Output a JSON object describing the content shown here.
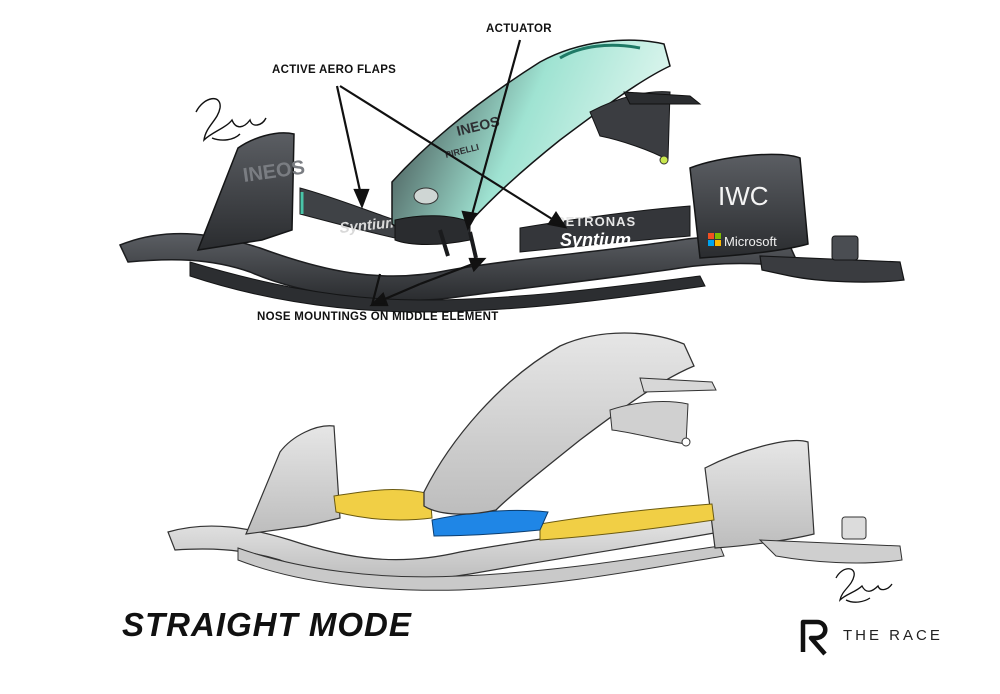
{
  "callouts": {
    "actuator": "ACTUATOR",
    "active_aero_flaps": "ACTIVE AERO FLAPS",
    "nose_mountings": "NOSE MOUNTINGS ON MIDDLE ELEMENT"
  },
  "mode_title": "STRAIGHT MODE",
  "brand": {
    "name": "THE RACE",
    "logo_icon": "r-logo-icon"
  },
  "sponsors": {
    "iwc": "IWC",
    "microsoft": "Microsoft",
    "petronas": "PETRONAS",
    "syntium": "Syntium",
    "ineos": "INEOS",
    "pirelli": "PIRELLI",
    "ineos_fin": "INEOS"
  },
  "colors": {
    "wing_dark": "#3a3c40",
    "wing_mid": "#55585d",
    "nose_teal": "#49c4a8",
    "line_drawing_grey": "#d2d2d2",
    "flap_highlight_yellow": "#f1cf45",
    "mounting_highlight_blue": "#1f86e6"
  }
}
